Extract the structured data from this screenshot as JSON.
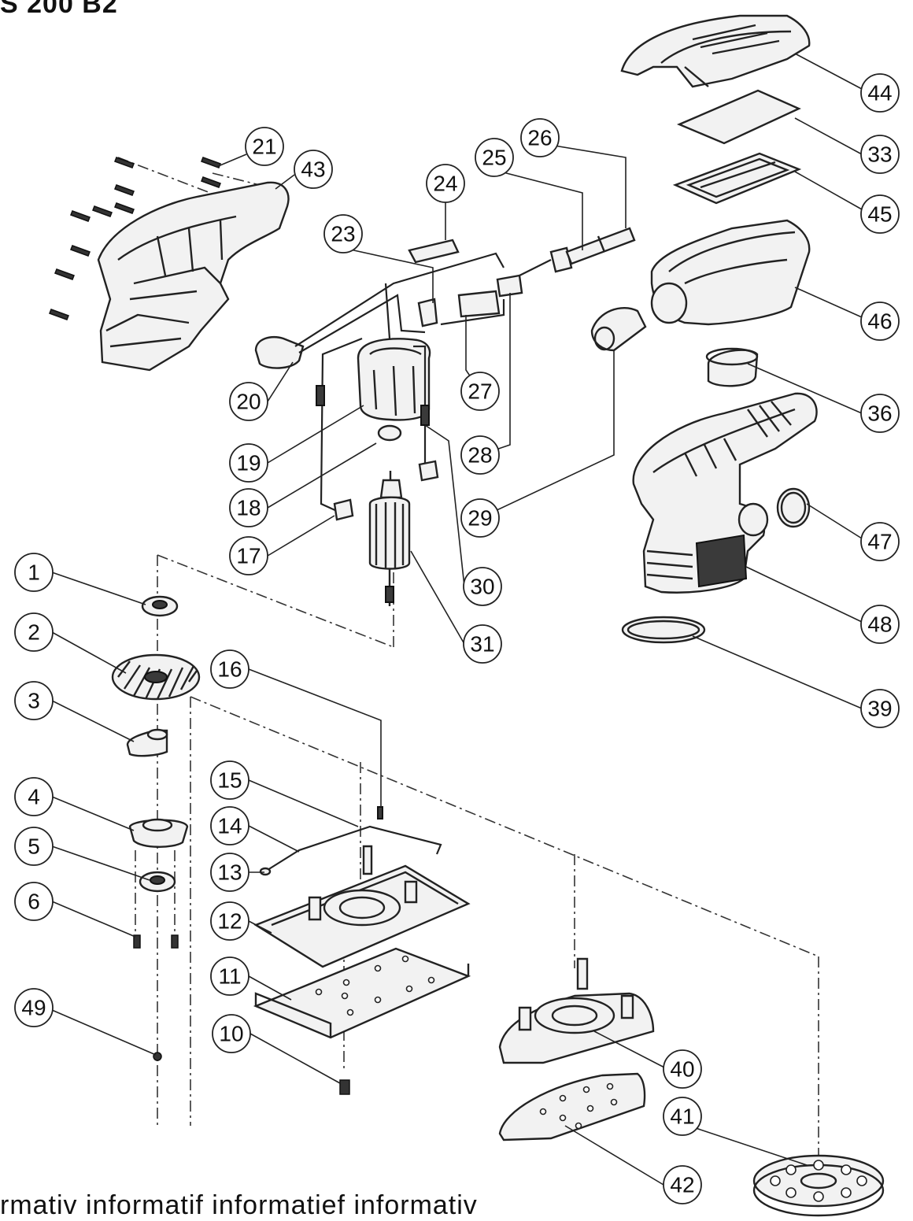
{
  "title": "S 200 B2",
  "footer": "rmativ  informatif  informatief  informativ",
  "callouts": [
    "1",
    "2",
    "3",
    "4",
    "5",
    "6",
    "10",
    "11",
    "12",
    "13",
    "14",
    "15",
    "16",
    "17",
    "18",
    "19",
    "20",
    "21",
    "23",
    "24",
    "25",
    "26",
    "27",
    "28",
    "29",
    "30",
    "31",
    "33",
    "36",
    "39",
    "40",
    "41",
    "42",
    "43",
    "44",
    "45",
    "46",
    "47",
    "48",
    "49"
  ]
}
